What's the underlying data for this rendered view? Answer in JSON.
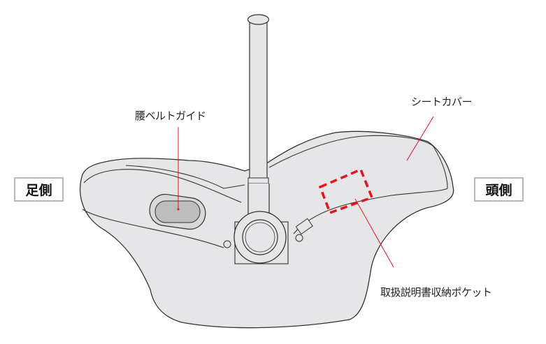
{
  "labels": {
    "waist_belt_guide": "腰ベルトガイド",
    "seat_cover": "シートカバー",
    "manual_pocket": "取扱説明書収納ポケット",
    "foot_side": "足側",
    "head_side": "頭側"
  },
  "colors": {
    "leader_line": "#e8141c",
    "pocket_outline": "#e8141c",
    "seat_fill": "#e6e6e8",
    "outline": "#333333"
  }
}
